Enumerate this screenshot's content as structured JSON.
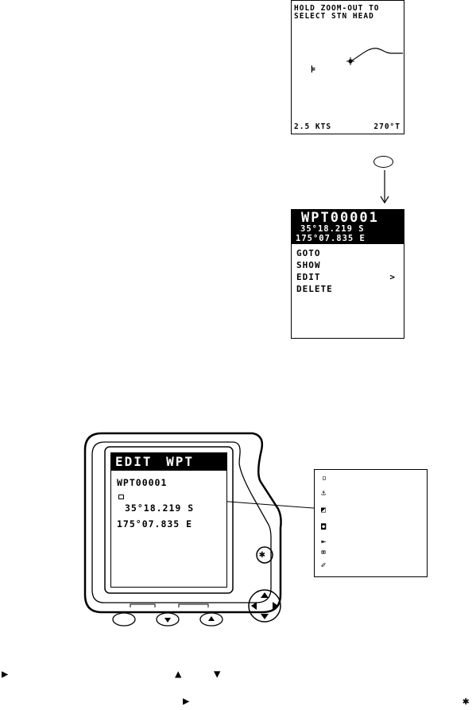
{
  "plot_screen": {
    "line1": "HOLD ZOOM-OUT TO",
    "line2": "SELECT STN HEAD",
    "speed": "2.5 KTS",
    "heading": "270°T",
    "waypoint_glyph": "⊧"
  },
  "menu_screen": {
    "title": "WPT00001",
    "lat": "35°18.219 S",
    "lon": "175°07.835 E",
    "items": [
      "GOTO",
      "SHOW",
      "EDIT",
      "DELETE"
    ],
    "edit_chevron": ">"
  },
  "edit_screen": {
    "title": "EDIT WPT",
    "wpt_name": "WPT00001",
    "lat": "35°18.219 S",
    "lon": "175°07.835 E"
  },
  "device": {
    "star_key_glyph": "✱"
  },
  "symbol_panel": {
    "symbols": [
      "▫",
      "⚓",
      "◩",
      "◘",
      "⇤",
      "⌧",
      "✐"
    ]
  },
  "bottom_row": {
    "right_arrow_1": "▶",
    "up_arrow": "▲",
    "down_arrow": "▼",
    "right_arrow_2": "▶",
    "star": "✱"
  }
}
